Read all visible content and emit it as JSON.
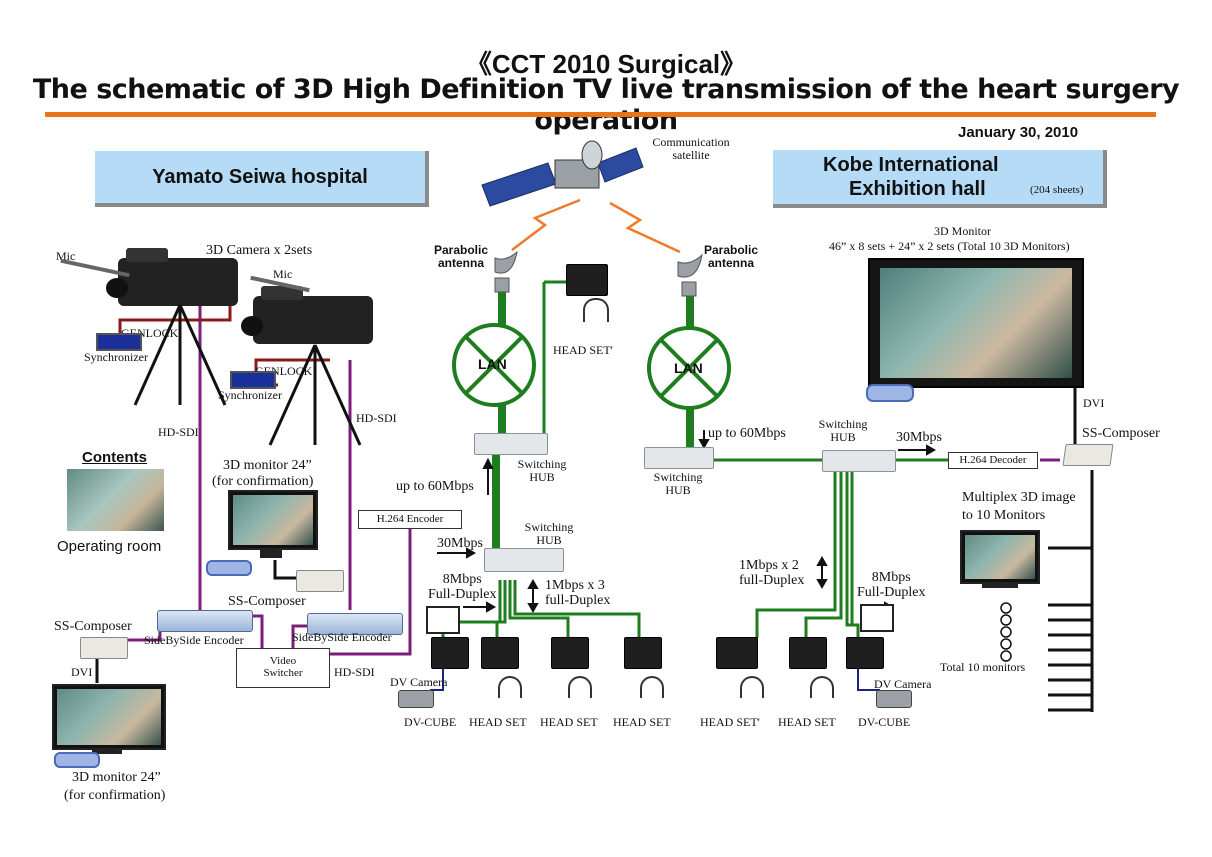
{
  "header": {
    "title": "《CCT 2010 Surgical》",
    "subtitle": "The schematic of 3D High Definition TV live transmission of the heart surgery operation",
    "date": "January 30, 2010"
  },
  "sites": {
    "left": "Yamato Seiwa hospital",
    "right_line1": "Kobe International",
    "right_line2": "Exhibition hall",
    "right_note": "(204 sheets)"
  },
  "satellite": {
    "label_line1": "Communication",
    "label_line2": "satellite"
  },
  "antenna": {
    "label_line1": "Parabolic",
    "label_line2": "antenna"
  },
  "lan": {
    "label": "LAN"
  },
  "left_side": {
    "mic": "Mic",
    "cameras": "3D Camera x 2sets",
    "genlock": "GENLOCK",
    "synchronizer": "Synchronizer",
    "hd_sdi": "HD-SDI",
    "contents": "Contents",
    "operating_room": "Operating room",
    "monitor_24_line1": "3D monitor 24”",
    "monitor_24_line2": "(for confirmation)",
    "ss_composer": "SS-Composer",
    "sbs_encoder": "SideBySide Encoder",
    "video_switcher_line1": "Video",
    "video_switcher_line2": "Switcher",
    "dvi": "DVI",
    "h264_encoder": "H.264 Encoder"
  },
  "center": {
    "head_set": "HEAD SET",
    "head_set_mark": "HEAD SET'",
    "switching_hub_line1": "Switching",
    "switching_hub_line2": "HUB",
    "up_to_60": "up to 60Mbps",
    "mbps30": "30Mbps",
    "mbps8_line1": "8Mbps",
    "mbps8_line2": "Full-Duplex",
    "mbps1x3_line1": "1Mbps x 3",
    "mbps1x3_line2": "full-Duplex",
    "mbps1x2_line1": "1Mbps x 2",
    "mbps1x2_line2": "full-Duplex",
    "dv_camera": "DV Camera",
    "dv_cube": "DV-CUBE"
  },
  "right_side": {
    "monitor_title": "3D Monitor",
    "monitor_spec": "46” x 8 sets + 24” x 2 sets  (Total 10 3D Monitors)",
    "dvi": "DVI",
    "ss_composer": "SS-Composer",
    "h264_decoder": "H.264 Decoder",
    "multiplex_line1": "Multiplex 3D image",
    "multiplex_line2": "to 10 Monitors",
    "total_monitors": "Total 10 monitors"
  },
  "colors": {
    "accent": "#e8741e",
    "lan_green": "#1e7d1e",
    "site_blue": "#b5dbf6",
    "sdi_purple": "#7a1f7a",
    "genlock_red": "#8b1a1a",
    "link_orange": "#f07a2a"
  }
}
